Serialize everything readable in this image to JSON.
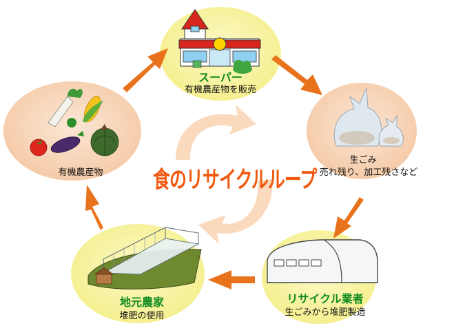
{
  "diagram": {
    "center_title": "食のリサイクルループ",
    "nodes": {
      "supermarket": {
        "title": "スーパー",
        "subtitle": "有機農産物を販売"
      },
      "garbage": {
        "title": "生ごみ",
        "subtitle": "売れ残り、加工残さなど"
      },
      "recycler": {
        "title": "リサイクル業者",
        "subtitle": "生ごみから堆肥製造"
      },
      "farmer": {
        "title": "地元農家",
        "subtitle": "堆肥の使用"
      },
      "produce": {
        "title": "有機農産物"
      }
    },
    "colors": {
      "arrow": "#e8731c",
      "circle_yellow": "#f7f2a0",
      "circle_peach": "#f7d7bd",
      "title_green": "#0f8a1e",
      "center_text": "#f05a10",
      "swirl": "#fbd9bd"
    },
    "icons": [
      "supermarket-building-icon",
      "garbage-bags-icon",
      "compost-factory-icon",
      "greenhouse-field-icon",
      "vegetables-icon",
      "recycle-swirl-icon"
    ]
  }
}
